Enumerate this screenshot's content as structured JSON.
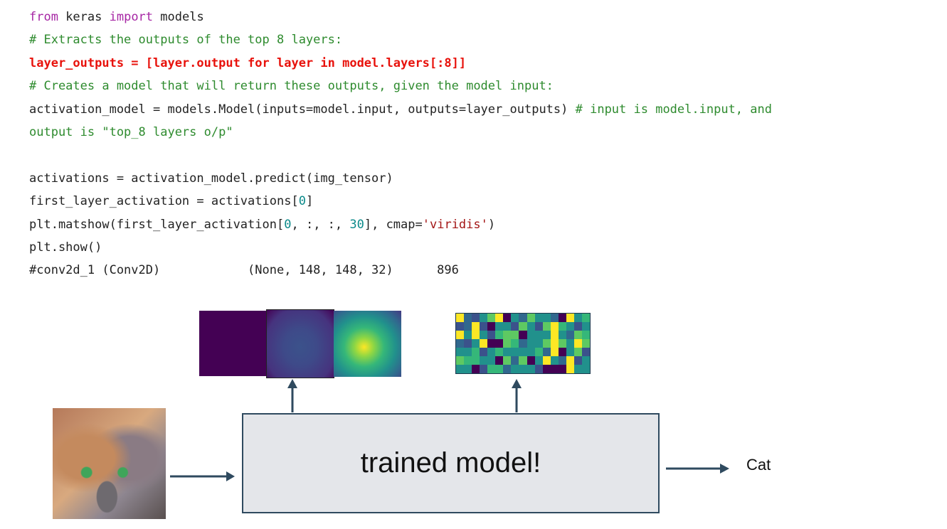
{
  "code": {
    "line1": {
      "kw1": "from",
      "t1": " keras ",
      "kw2": "import",
      "t2": " models"
    },
    "line2": "# Extracts the outputs of the top 8 layers:",
    "line3": "layer_outputs = [layer.output for layer in model.layers[:8]]",
    "line4": "# Creates a model that will return these outputs, given the model input:",
    "line5": {
      "code": "activation_model = models.Model(inputs=model.input, outputs=layer_outputs) ",
      "comment": "# input is model.input, and"
    },
    "line6": "output is \"top_8 layers o/p\"",
    "line8": "activations = activation_model.predict(img_tensor)",
    "line9": {
      "pre": "first_layer_activation = activations[",
      "num": "0",
      "post": "]"
    },
    "line10": {
      "pre": "plt.matshow(first_layer_activation[",
      "n0": "0",
      "mid": ", :, :, ",
      "n30": "30",
      "mid2": "], cmap=",
      "str": "'viridis'",
      "post": ")"
    },
    "line11": "plt.show()",
    "line12": "#conv2d_1 (Conv2D)            (None, 148, 148, 32)      896"
  },
  "diagram": {
    "model_label": "trained model!",
    "output_label": "Cat",
    "input_image": "cat-photo",
    "feature_maps": [
      "dark-activation-map",
      "edge-activation-map",
      "viridis-cat-activation-map"
    ],
    "deep_feature_map": "pixelated-heatmap"
  },
  "colors": {
    "highlight": "#e8120c",
    "keyword": "#a626a4",
    "comment": "#2e8b2e",
    "number": "#0b8a8a",
    "string": "#a31515",
    "arrow": "#2f4a5f",
    "box_fill": "#e4e6ea"
  }
}
